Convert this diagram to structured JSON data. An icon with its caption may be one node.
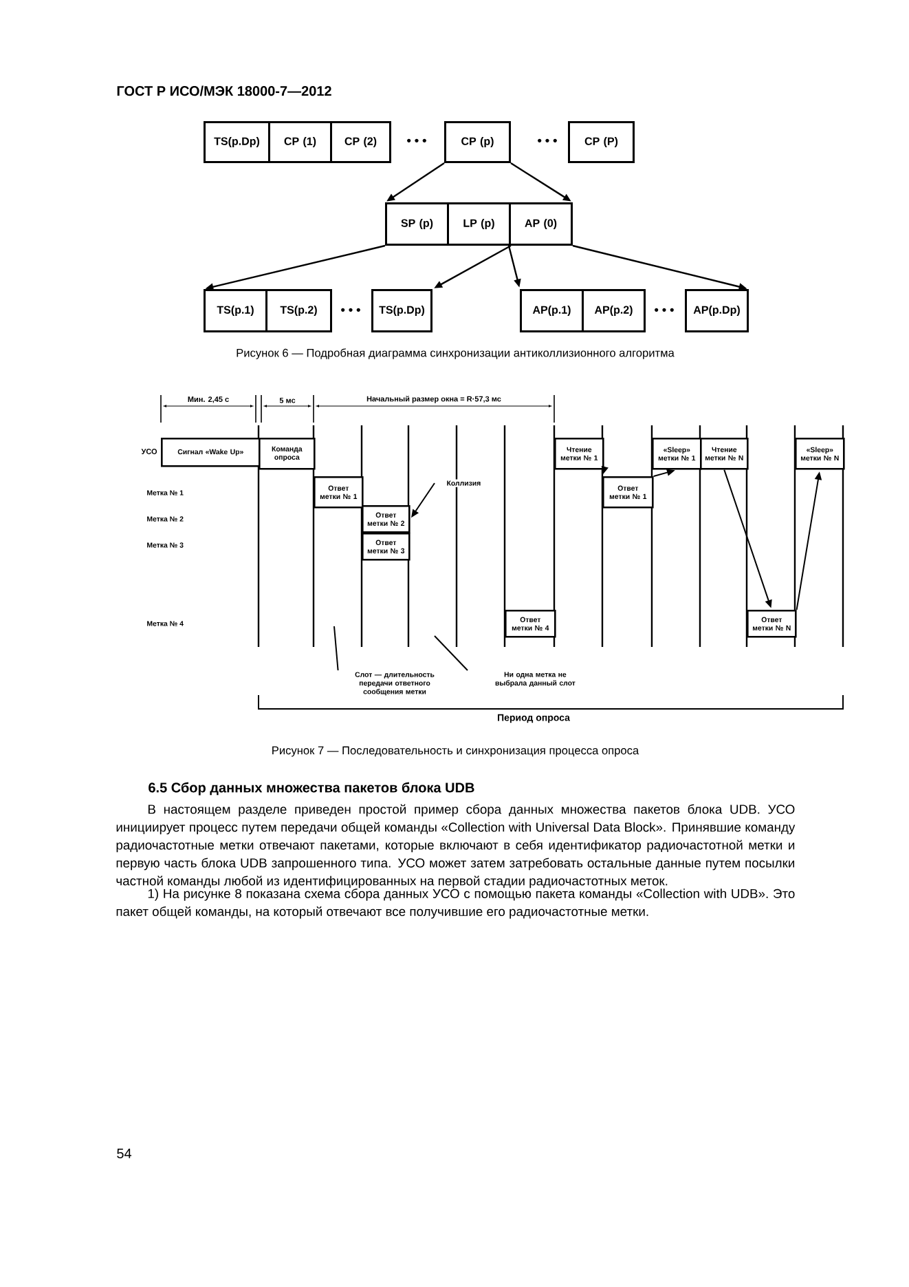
{
  "diagram": {
    "nodes": [
      {
        "text": [
          "TS(p.Dp)"
        ]
      },
      {
        "text": [
          "CP (1)"
        ]
      },
      {
        "text": [
          "CP (2)"
        ]
      },
      {
        "text": [
          "CP (p)"
        ]
      },
      {
        "text": [
          "CP (P)"
        ]
      },
      {
        "text": [
          "SP (p)"
        ]
      },
      {
        "text": [
          "LP (p)"
        ]
      },
      {
        "text": [
          "AP (0)"
        ]
      },
      {
        "text": [
          "TS(p.1)"
        ]
      },
      {
        "text": [
          "TS(p.2)"
        ]
      },
      {
        "text": [
          "TS(p.Dp)"
        ]
      },
      {
        "text": [
          "AP(p.1)"
        ]
      },
      {
        "text": [
          "AP(p.2)"
        ]
      },
      {
        "text": [
          "AP(p.Dp)"
        ]
      },
      {
        "text": [
          "Сигнал «Wake Up»"
        ]
      },
      {
        "text": [
          "Команда опроса"
        ]
      },
      {
        "text": [
          "Ответ метки № 1"
        ]
      },
      {
        "text": [
          "Ответ метки № 2"
        ]
      },
      {
        "text": [
          "Ответ метки № 3"
        ]
      },
      {
        "text": [
          "Ответ метки № 4"
        ]
      },
      {
        "text": [
          "Чтение метки № 1"
        ]
      },
      {
        "text": [
          "Ответ метки № 1"
        ]
      },
      {
        "text": [
          "«Sleep» метки № 1"
        ]
      },
      {
        "text": [
          "Чтение метки № N"
        ]
      },
      {
        "text": [
          "Ответ метки № N"
        ]
      },
      {
        "text": [
          "«Sleep» метки № N"
        ]
      },
      {
        "text": [
          "Коллизия"
        ]
      },
      {
        "text": [
          "Слот — длительность передачи ответного сообщения метки"
        ]
      },
      {
        "text": [
          "Ни одна метка не выбрала данный слот"
        ]
      }
    ],
    "edges": [
      {
        "from": 3,
        "to": 5,
        "arrow": "to"
      },
      {
        "from": 3,
        "to": 7,
        "arrow": "to"
      },
      {
        "from": 5,
        "to": 8,
        "arrow": "to"
      },
      {
        "from": 6,
        "to": 10,
        "arrow": "to"
      },
      {
        "from": 7,
        "to": 11,
        "arrow": "to"
      },
      {
        "from": 7,
        "to": 13,
        "arrow": "to"
      },
      {
        "from": 20,
        "to": 21,
        "arrow": "to"
      },
      {
        "from": 21,
        "to": 22,
        "arrow": "to"
      },
      {
        "from": 23,
        "to": 24,
        "arrow": "to"
      },
      {
        "from": 24,
        "to": 25,
        "arrow": "to"
      },
      {
        "from": 26,
        "to": 17,
        "arrow": "to"
      },
      {
        "from": 27,
        "to": null,
        "arrow": "none"
      },
      {
        "from": 28,
        "to": null,
        "arrow": "none"
      }
    ],
    "labels": [
      "ГОСТ Р ИСО/МЭК 18000-7—2012",
      "• • •",
      "• • •",
      "• • •",
      "• • •",
      "Рисунок 6 — Подробная диаграмма синхронизации антиколлизионного алгоритма",
      "Мин. 2,45 с",
      "5 мс",
      "Начальный размер окна = R·57,3 мс",
      "УСО",
      "Метка № 1",
      "Метка № 2",
      "Метка № 3",
      "Метка № 4",
      "Период опроса",
      "Рисунок 7 — Последовательность и синхронизация процесса опроса",
      "6.5 Сбор данных множества пакетов блока UDB",
      "В настоящем разделе приведен простой пример сбора данных множества пакетов блока UDB. УСО инициирует процесс путем передачи общей команды «Collection with Universal Data Block». Принявшие команду радиочастотные метки отвечают пакетами, которые включают в себя идентификатор радиочастотной метки и первую часть блока UDB запрошенного типа. УСО может затем затребовать остальные данные путем посылки частной команды любой из идентифицированных на первой стадии радиочастотных меток.",
      "1) На рисунке 8 показана схема сбора данных УСО с помощью пакета команды «Collection with UDB». Это пакет общей команды, на который отвечают все получившие его радиочастотные метки.",
      "54"
    ]
  }
}
